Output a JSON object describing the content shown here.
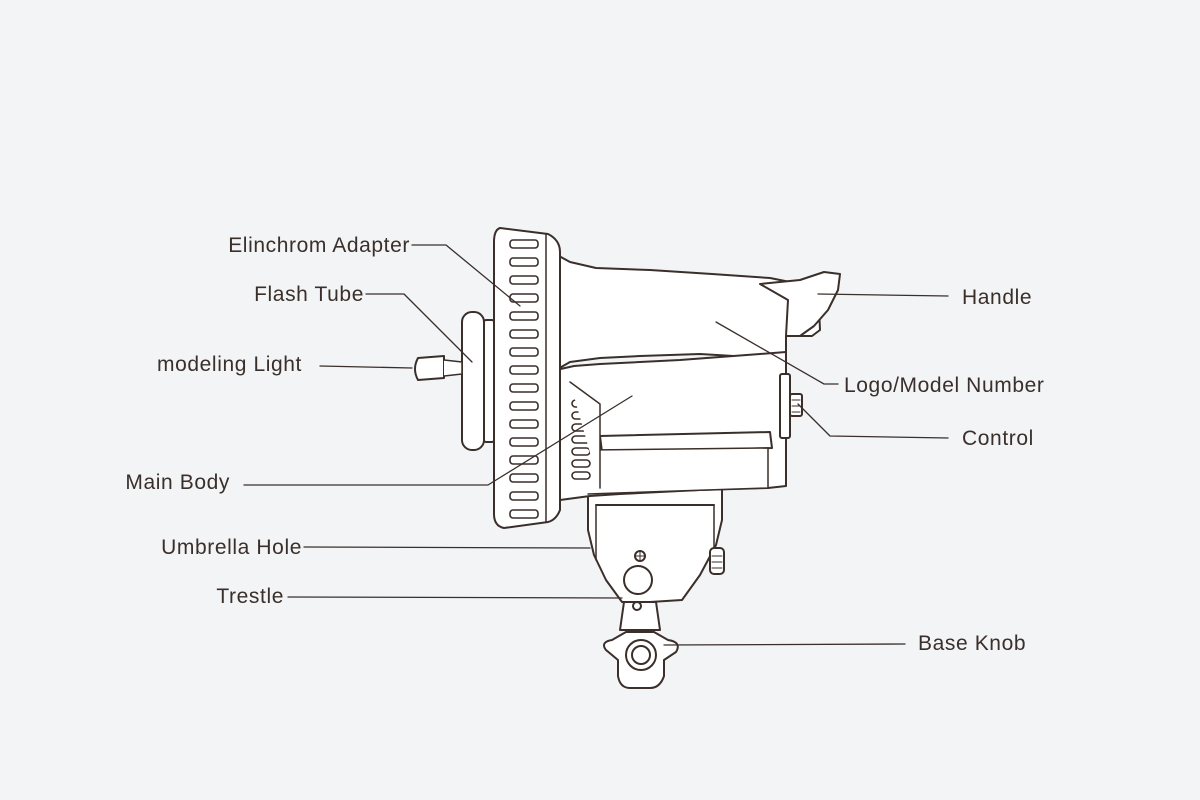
{
  "colors": {
    "background": "#f3f4f6",
    "ink": "#3a2f2a",
    "paper": "#ffffff"
  },
  "labels": {
    "elinchrom_adapter": "Elinchrom Adapter",
    "flash_tube": "Flash Tube",
    "modeling_light": "modeling Light",
    "main_body": "Main  Body",
    "umbrella_hole": "Umbrella Hole",
    "trestle": "Trestle",
    "handle": "Handle",
    "logo_model_number": "Logo/Model Number",
    "control": "Control",
    "base_knob": "Base Knob"
  }
}
